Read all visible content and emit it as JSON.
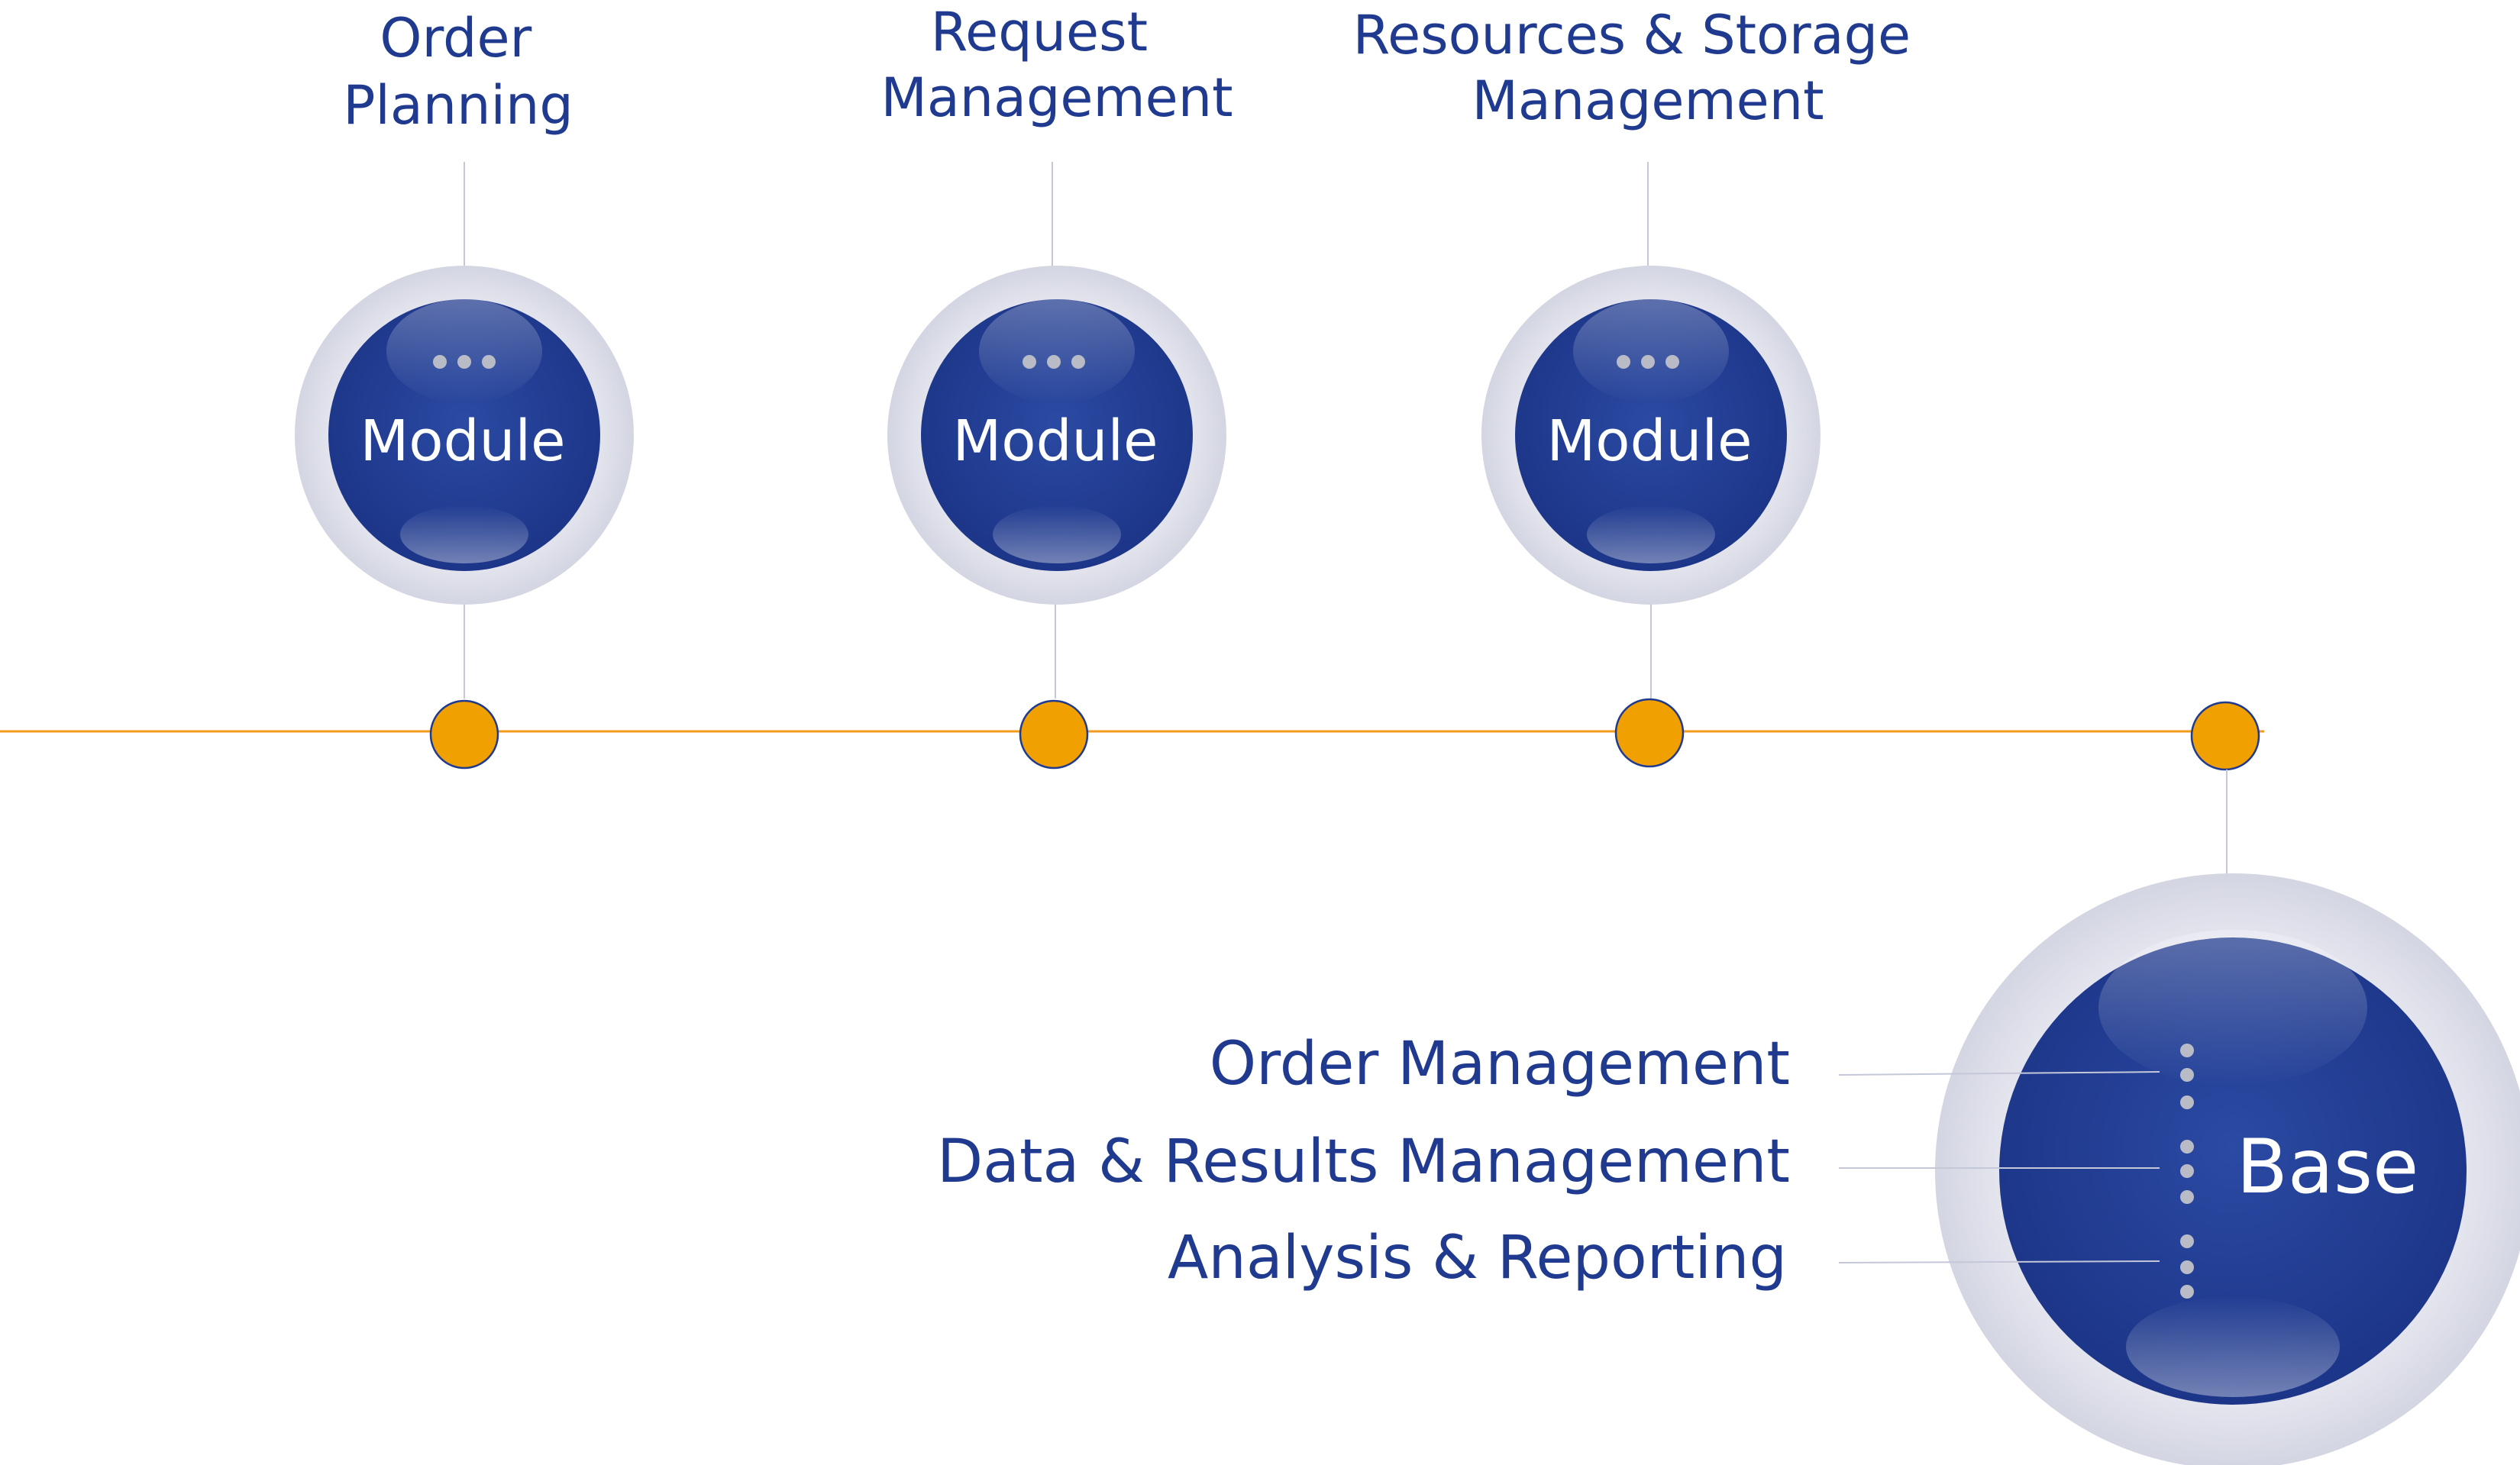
{
  "colors": {
    "text_blue": "#1f3a8f",
    "ball_blue": "#1f3a8f",
    "ring": "#d9dae6",
    "timeline": "#f09a1e",
    "node": "#f0a000",
    "connector": "#c4c8d8",
    "dots": "#b9bcc6"
  },
  "modules": [
    {
      "title_lines": [
        "Order",
        "Planning"
      ],
      "label": "Module",
      "icon": "ellipsis-icon"
    },
    {
      "title_lines": [
        "Request",
        "Management"
      ],
      "label": "Module",
      "icon": "ellipsis-icon"
    },
    {
      "title_lines": [
        "Resources & Storage",
        "Management"
      ],
      "label": "Module",
      "icon": "ellipsis-icon"
    }
  ],
  "base": {
    "label": "Base",
    "items": [
      "Order Management",
      "Data & Results Management",
      "Analysis & Reporting"
    ]
  }
}
